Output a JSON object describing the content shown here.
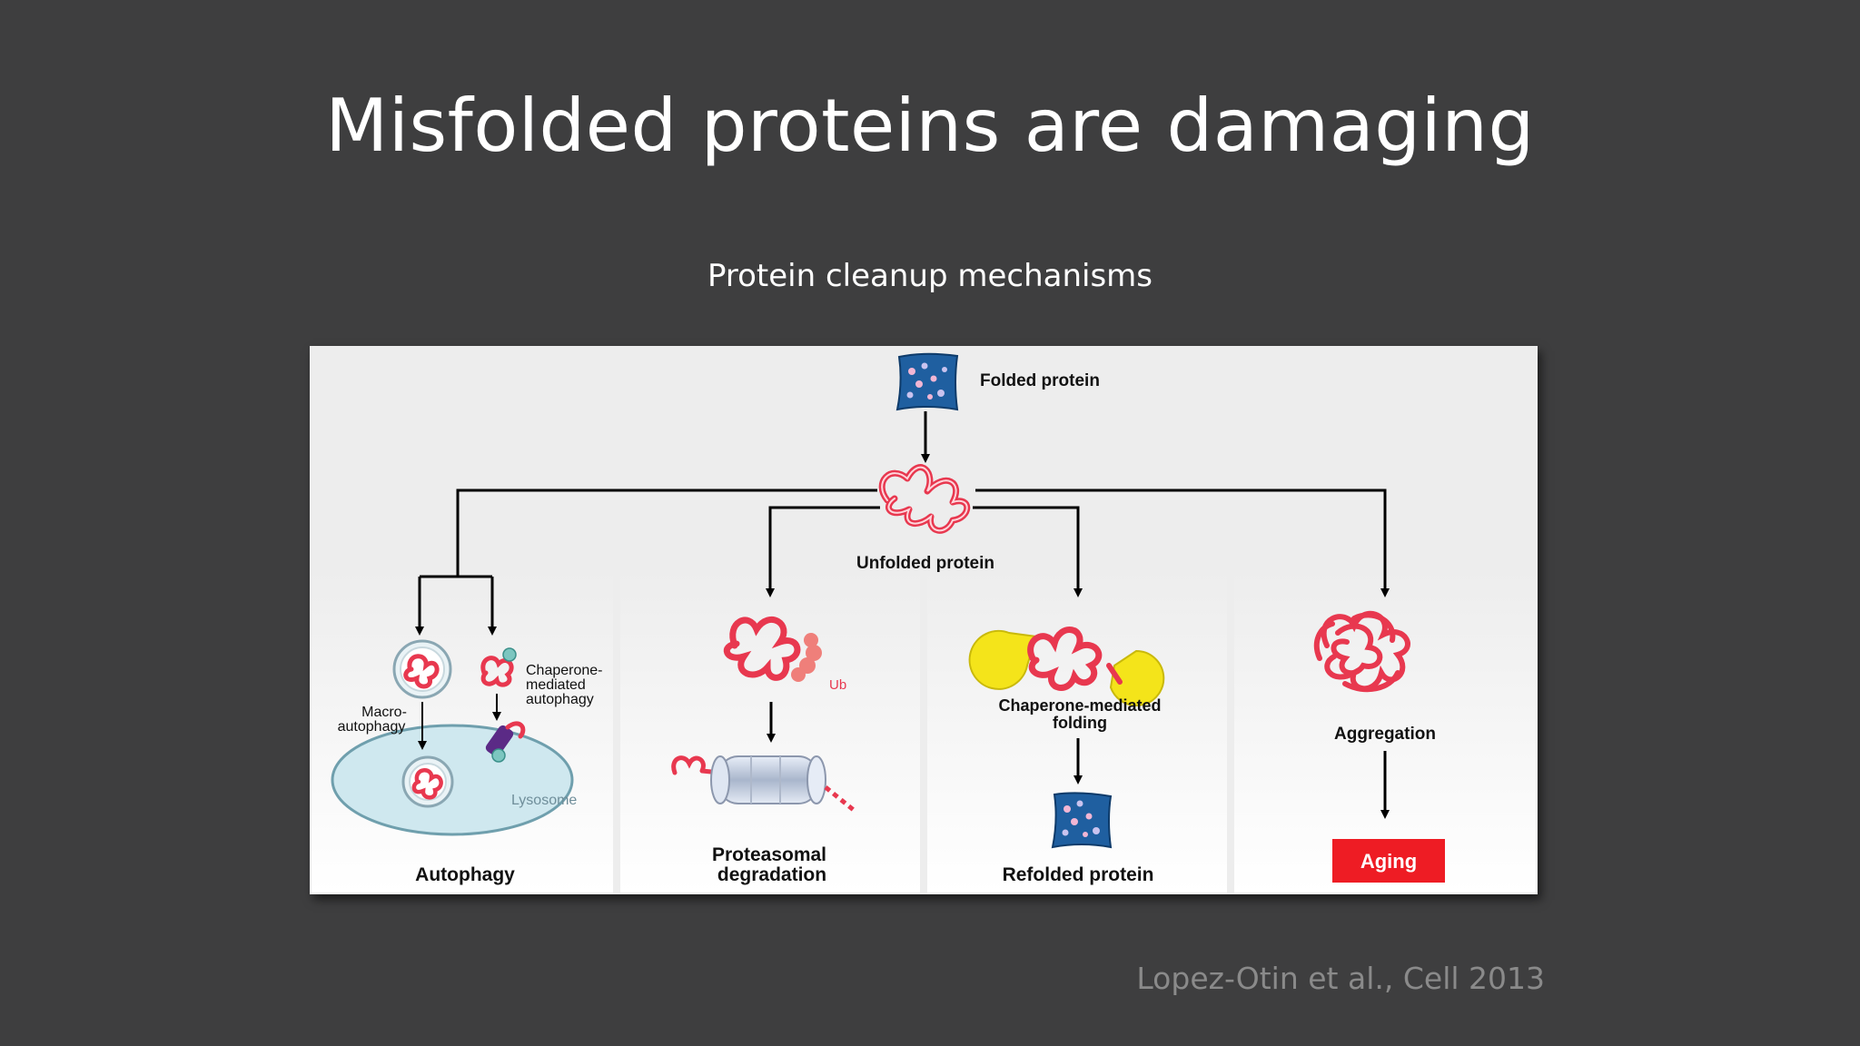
{
  "slide": {
    "title": "Misfolded proteins are damaging",
    "subtitle": "Protein cleanup mechanisms",
    "citation": "Lopez-Otin et al., Cell 2013"
  },
  "diagram": {
    "folded_protein": "Folded protein",
    "unfolded_protein": "Unfolded protein",
    "macro_line1": "Macro-",
    "macro_line2": "autophagy",
    "cma_line1": "Chaperone-",
    "cma_line2": "mediated",
    "cma_line3": "autophagy",
    "lysosome": "Lysosome",
    "autophagy": "Autophagy",
    "ub": "Ub",
    "proteasomal_line1": "Proteasomal",
    "proteasomal_line2": "degradation",
    "chaperone_folding_line1": "Chaperone-mediated",
    "chaperone_folding_line2": "folding",
    "refolded_protein": "Refolded protein",
    "aggregation": "Aggregation",
    "aging": "Aging"
  },
  "colors": {
    "background": "#3e3e3f",
    "panel": "#ededed",
    "protein_red": "#e8384f",
    "folded_blue": "#1f5fa0",
    "chaperone_yellow": "#f4e41a",
    "aging_red": "#ee1c24",
    "lysosome_fill": "#cfe8ef"
  }
}
